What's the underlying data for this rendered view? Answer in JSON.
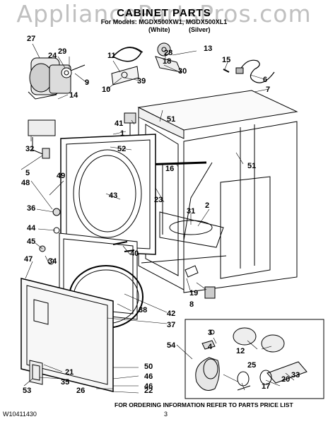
{
  "watermark": "AppliancePartsPros.com",
  "header": {
    "title": "CABINET PARTS",
    "models_line": "For Models: MGDX500XW1, MGDX500XL1",
    "variant_white": "(White)",
    "variant_silver": "(Silver)"
  },
  "footer": {
    "doc_number": "W10411430",
    "page_number": "3",
    "ordering_note": "FOR ORDERING INFORMATION REFER TO PARTS PRICE LIST"
  },
  "callouts": [
    "27",
    "24",
    "29",
    "11",
    "18",
    "13",
    "30",
    "15",
    "6",
    "7",
    "9",
    "39",
    "10",
    "28",
    "14",
    "41",
    "1",
    "51",
    "32",
    "52",
    "16",
    "51",
    "5",
    "49",
    "48",
    "43",
    "23",
    "2",
    "31",
    "36",
    "44",
    "45",
    "34",
    "40",
    "47",
    "3",
    "4",
    "12",
    "54",
    "19",
    "8",
    "38",
    "42",
    "37",
    "25",
    "33",
    "17",
    "50",
    "46",
    "21",
    "35",
    "53",
    "26",
    "22",
    "46",
    "20"
  ]
}
